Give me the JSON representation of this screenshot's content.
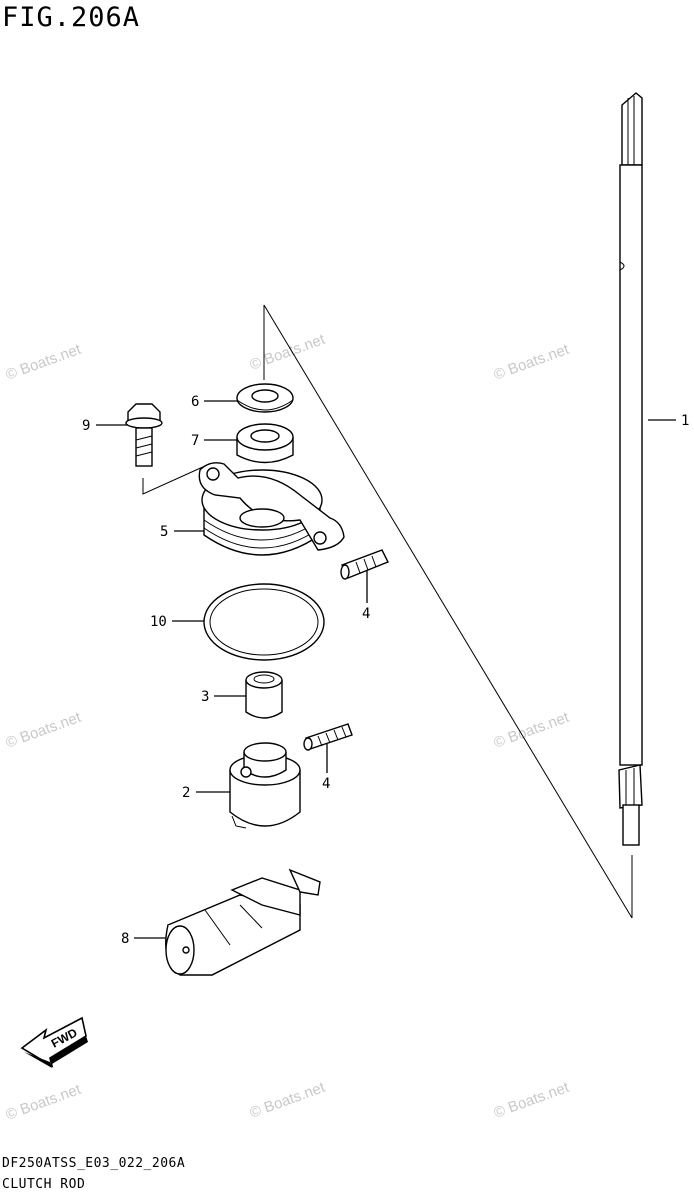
{
  "figure": {
    "title": "FIG.206A",
    "code": "DF250ATSS_E03_022_206A",
    "name": "CLUTCH ROD"
  },
  "callouts": [
    "1",
    "2",
    "3",
    "4",
    "4",
    "5",
    "6",
    "7",
    "8",
    "9",
    "10"
  ],
  "direction_arrow": {
    "label": "FWD"
  },
  "watermark": "© Boats.net"
}
